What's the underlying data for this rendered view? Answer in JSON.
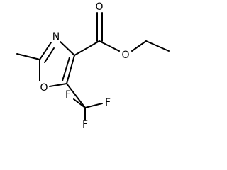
{
  "molecule": {
    "atoms": {
      "n_ring": "N",
      "o_ring": "O",
      "o_carbonyl": "O",
      "o_ester": "O",
      "f_1": "F",
      "f_2": "F",
      "f_3": "F"
    }
  },
  "colors": {
    "line": "#000000",
    "background": "#ffffff"
  }
}
